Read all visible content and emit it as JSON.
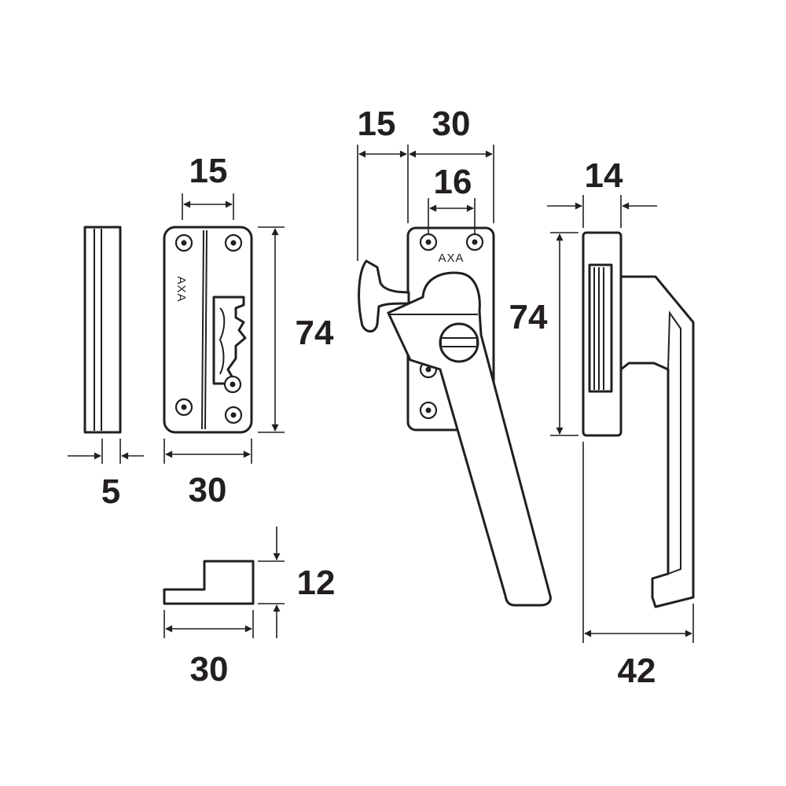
{
  "colors": {
    "line": "#231f20",
    "background": "#ffffff"
  },
  "brand": "AXA",
  "dimensions": {
    "bar_width": "5",
    "plate_width": "30",
    "plate_height": "74",
    "plate_slot_width": "15",
    "keeper_width": "30",
    "keeper_height": "12",
    "handle_offset": "15",
    "handle_base_width": "30",
    "handle_screw_spacing": "16",
    "handle_height": "74",
    "side_plate_depth": "14",
    "side_total_depth": "42"
  }
}
